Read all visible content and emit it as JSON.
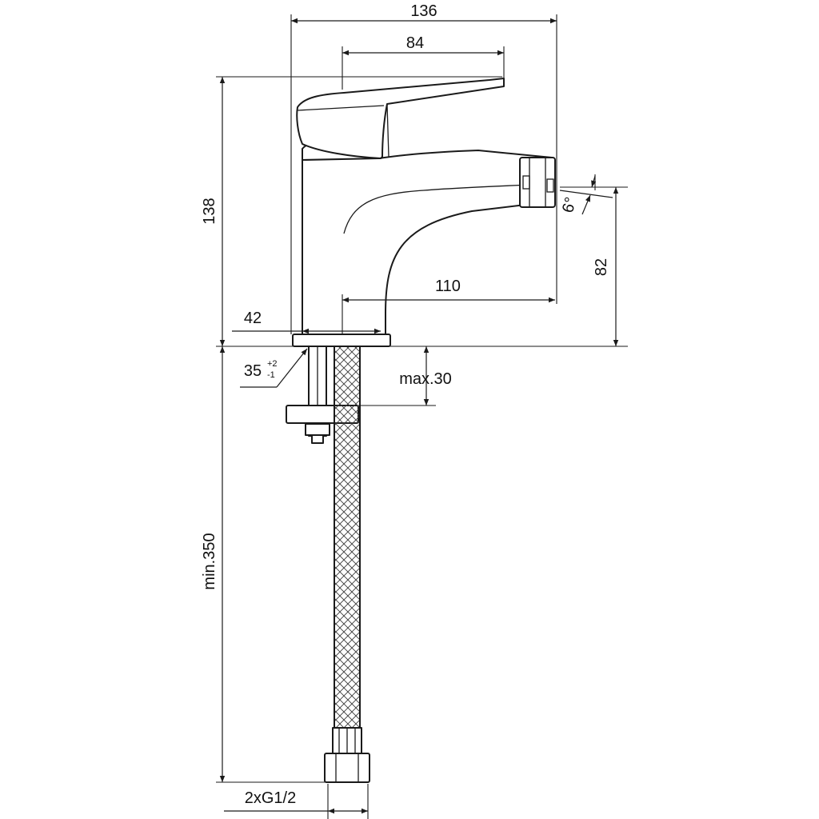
{
  "dimensions": {
    "overall_width": "136",
    "lever_width": "84",
    "overall_height": "138",
    "spout_height": "82",
    "spout_reach": "110",
    "base_diameter": "42",
    "hole_diameter": "35",
    "hole_tol_plus": "+2",
    "hole_tol_minus": "-1",
    "max_thickness": "max.30",
    "hose_length": "min.350",
    "connection": "2xG1/2",
    "angle": "6°"
  }
}
